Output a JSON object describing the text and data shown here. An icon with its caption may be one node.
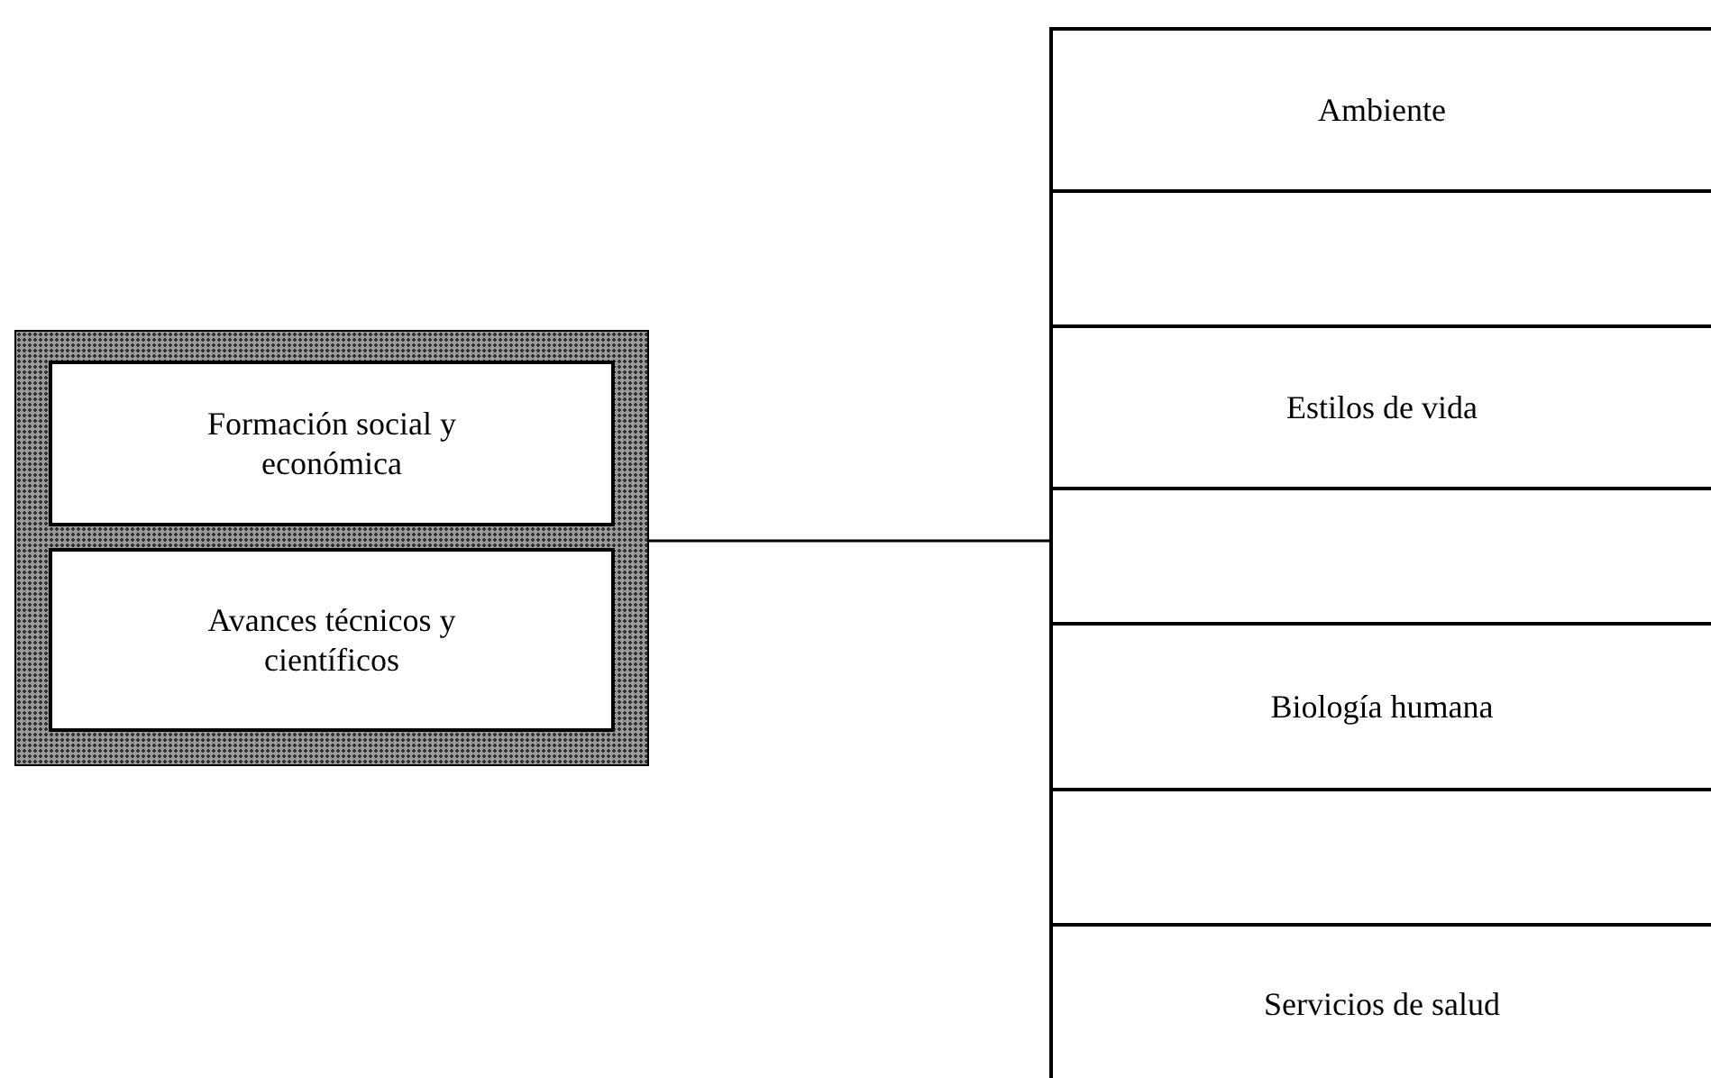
{
  "diagram": {
    "nodes": [
      {
        "text": [],
        "shape": "box"
      },
      {
        "text": [
          "Formación social y económica"
        ],
        "in": 0
      },
      {
        "text": [
          "Avances técnicos y científicos"
        ],
        "in": 0
      },
      {
        "text": [],
        "shape": "box"
      },
      {
        "text": [
          "Ambiente"
        ],
        "in": 3
      },
      {
        "text": [],
        "shape": "box",
        "in": 3
      },
      {
        "text": [
          "Estilos de vida"
        ],
        "in": 3
      },
      {
        "text": [],
        "shape": "box",
        "in": 3
      },
      {
        "text": [
          "Biología humana"
        ],
        "in": 3
      },
      {
        "text": [],
        "shape": "box",
        "in": 3
      },
      {
        "text": [
          "Servicios de salud"
        ],
        "in": 3
      }
    ],
    "edges": [
      {
        "from": 0,
        "to": 3,
        "arrow": "none"
      }
    ]
  }
}
